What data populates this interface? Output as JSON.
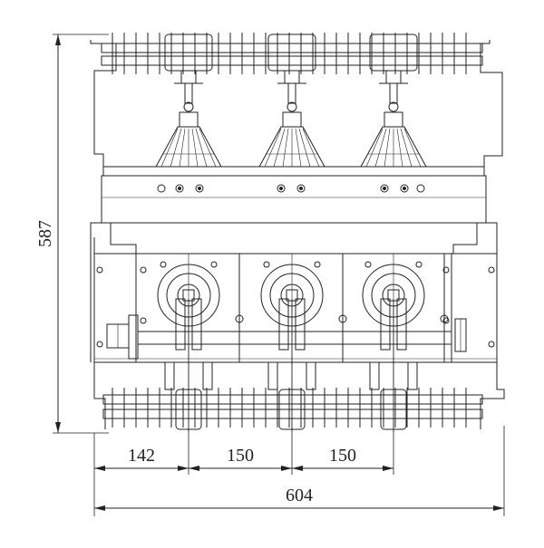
{
  "dimensions": {
    "height": "587",
    "pole_offset": "142",
    "pole_pitch_1": "150",
    "pole_pitch_2": "150",
    "total_width": "604"
  },
  "colors": {
    "line": "#222222",
    "background": "#ffffff"
  },
  "poles": 3
}
